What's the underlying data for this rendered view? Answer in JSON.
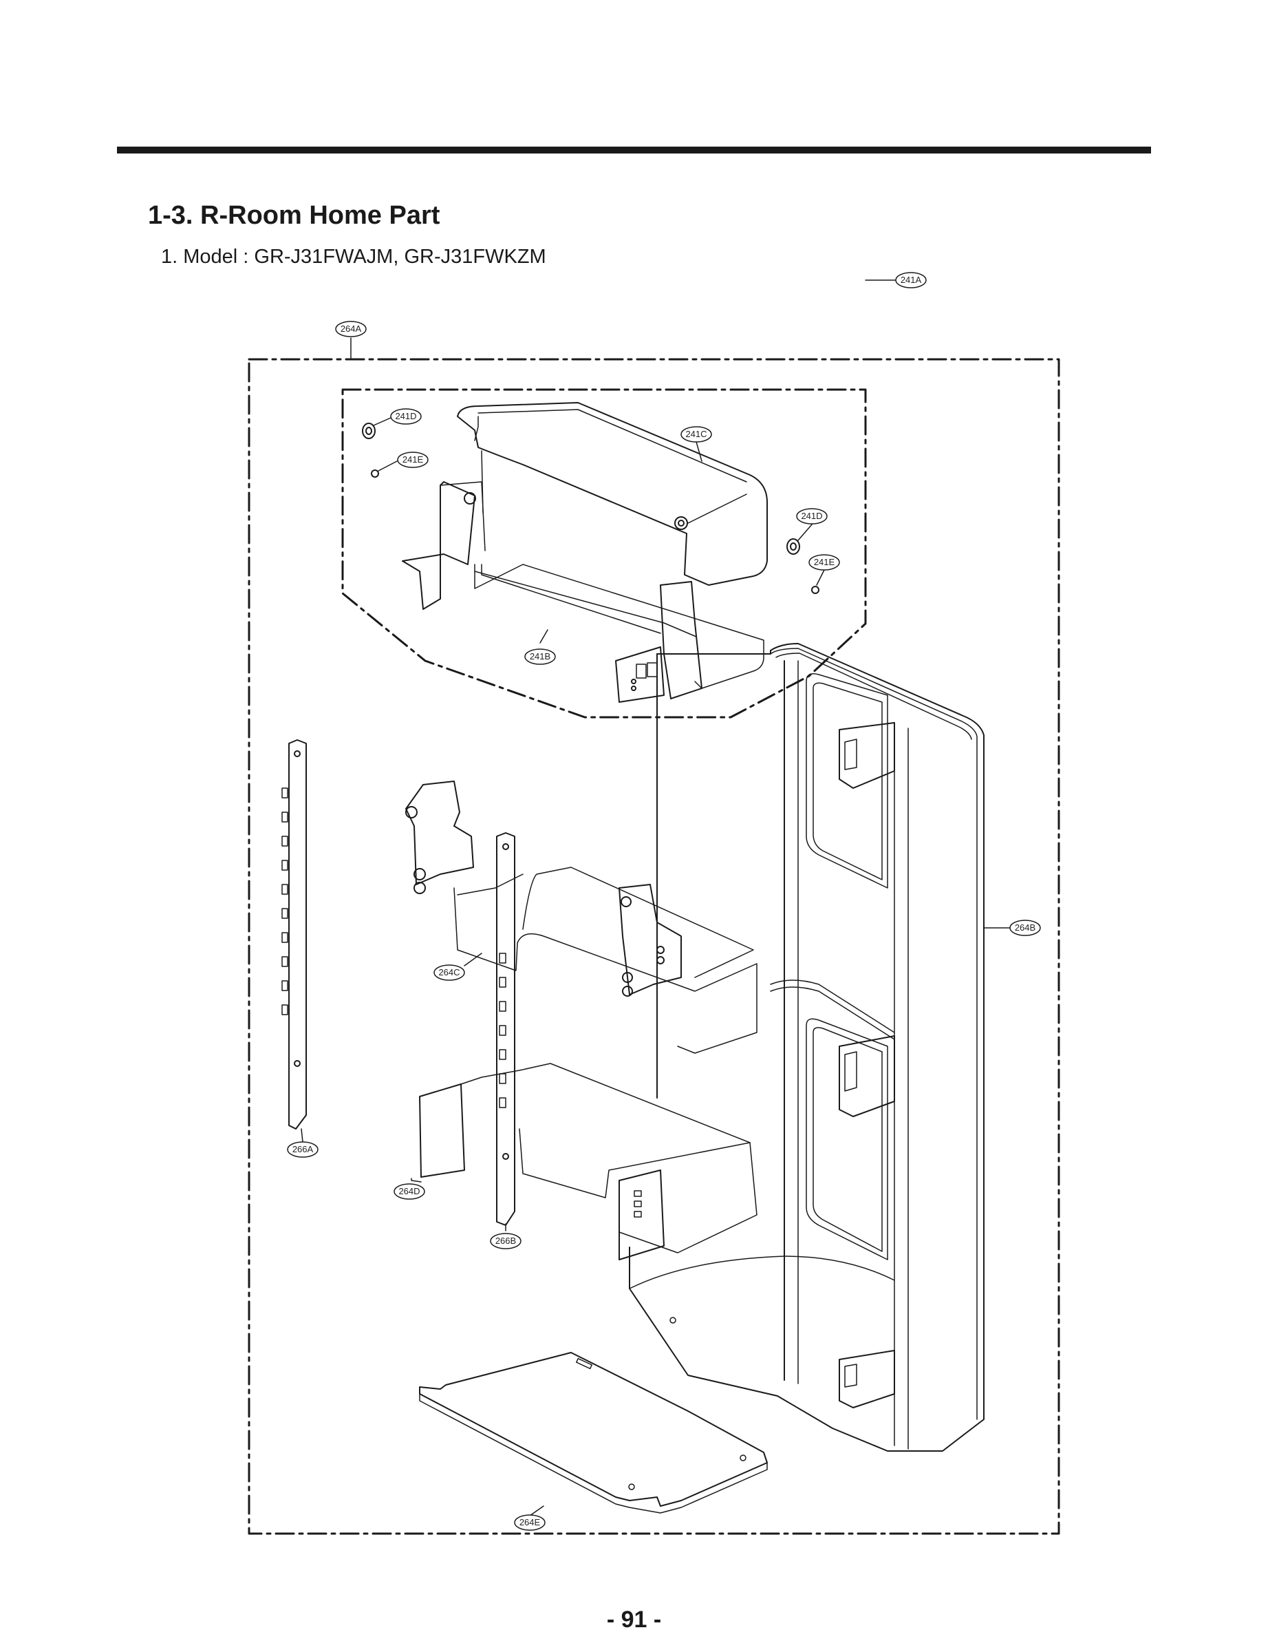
{
  "header": {
    "title": "1-3. R-Room Home Part",
    "subtitle": "1. Model : GR-J31FWAJM, GR-J31FWKZM"
  },
  "diagram": {
    "callouts": [
      {
        "id": "callout-264A",
        "label": "264A"
      },
      {
        "id": "callout-241D-left",
        "label": "241D"
      },
      {
        "id": "callout-241E-left",
        "label": "241E"
      },
      {
        "id": "callout-241C",
        "label": "241C"
      },
      {
        "id": "callout-241A",
        "label": "241A"
      },
      {
        "id": "callout-241D-right",
        "label": "241D"
      },
      {
        "id": "callout-241E-right",
        "label": "241E"
      },
      {
        "id": "callout-241B",
        "label": "241B"
      },
      {
        "id": "callout-264B",
        "label": "264B"
      },
      {
        "id": "callout-264C",
        "label": "264C"
      },
      {
        "id": "callout-266A",
        "label": "266A"
      },
      {
        "id": "callout-264D",
        "label": "264D"
      },
      {
        "id": "callout-266B",
        "label": "266B"
      },
      {
        "id": "callout-264E",
        "label": "264E"
      }
    ]
  },
  "footer": {
    "page_number": "- 91 -"
  }
}
